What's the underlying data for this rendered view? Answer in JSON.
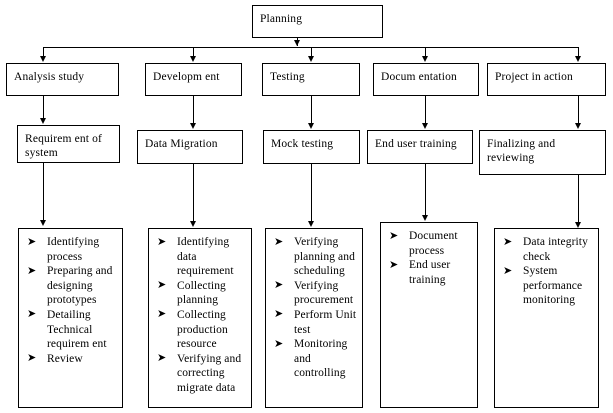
{
  "diagram": {
    "title_node": {
      "id": "planning",
      "label": "Planning"
    },
    "phase_row": [
      {
        "id": "analysis-study",
        "label": "Analysis study"
      },
      {
        "id": "development",
        "label": "Developm ent"
      },
      {
        "id": "testing",
        "label": "Testing"
      },
      {
        "id": "documentation",
        "label": "Docum entation"
      },
      {
        "id": "project-in-action",
        "label": "Project in action"
      }
    ],
    "activity_row": [
      {
        "id": "requirement-of-system",
        "label": "Requirem ent of system"
      },
      {
        "id": "data-migration",
        "label": "Data Migration"
      },
      {
        "id": "mock-testing",
        "label": "Mock testing"
      },
      {
        "id": "end-user-training",
        "label": "End user training"
      },
      {
        "id": "finalizing-and-reviewing",
        "label": "Finalizing and reviewing"
      }
    ],
    "task_lists": [
      {
        "id": "analysis-tasks",
        "items": [
          "Identifying process",
          "Preparing and designing prototypes",
          "Detailing Technical requirem ent",
          "Review"
        ]
      },
      {
        "id": "development-tasks",
        "items": [
          "Identifying data requirement",
          "Collecting planning",
          "Collecting production resource",
          "Verifying and correcting migrate data"
        ]
      },
      {
        "id": "testing-tasks",
        "items": [
          "Verifying planning and scheduling",
          "Verifying procurement",
          "Perform Unit test",
          "Monitoring and controlling"
        ]
      },
      {
        "id": "documentation-tasks",
        "items": [
          "Document process",
          "End user training"
        ]
      },
      {
        "id": "project-in-action-tasks",
        "items": [
          "Data integrity check",
          "System performance monitoring"
        ]
      }
    ],
    "bullet_glyph": "➤",
    "colors": {
      "stroke": "#000000",
      "background": "#ffffff",
      "text": "#000000"
    }
  }
}
